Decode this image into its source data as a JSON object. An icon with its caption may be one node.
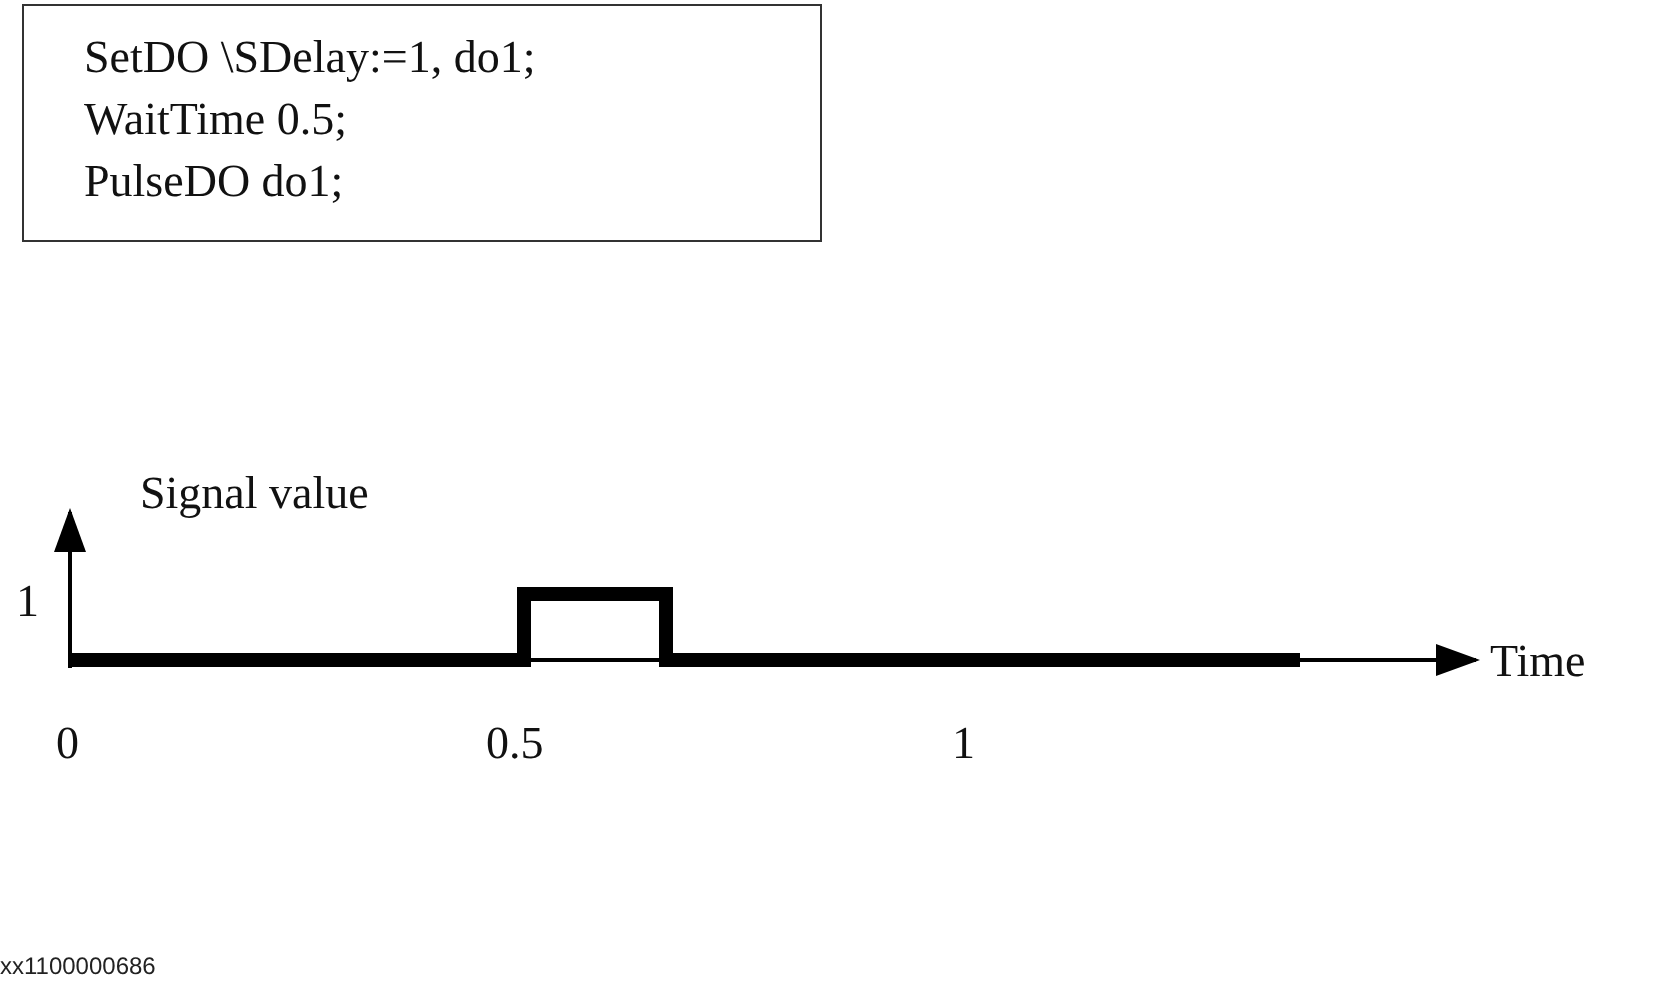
{
  "diagram": {
    "nodes": [
      {
        "text": [
          "SetDO \\SDelay:=1, do1;",
          "WaitTime 0.5;",
          "PulseDO do1;"
        ]
      }
    ],
    "edges": [],
    "labels": [
      "Signal value",
      "1",
      "Time",
      "0",
      "0.5",
      "1",
      "xx1100000686"
    ]
  }
}
